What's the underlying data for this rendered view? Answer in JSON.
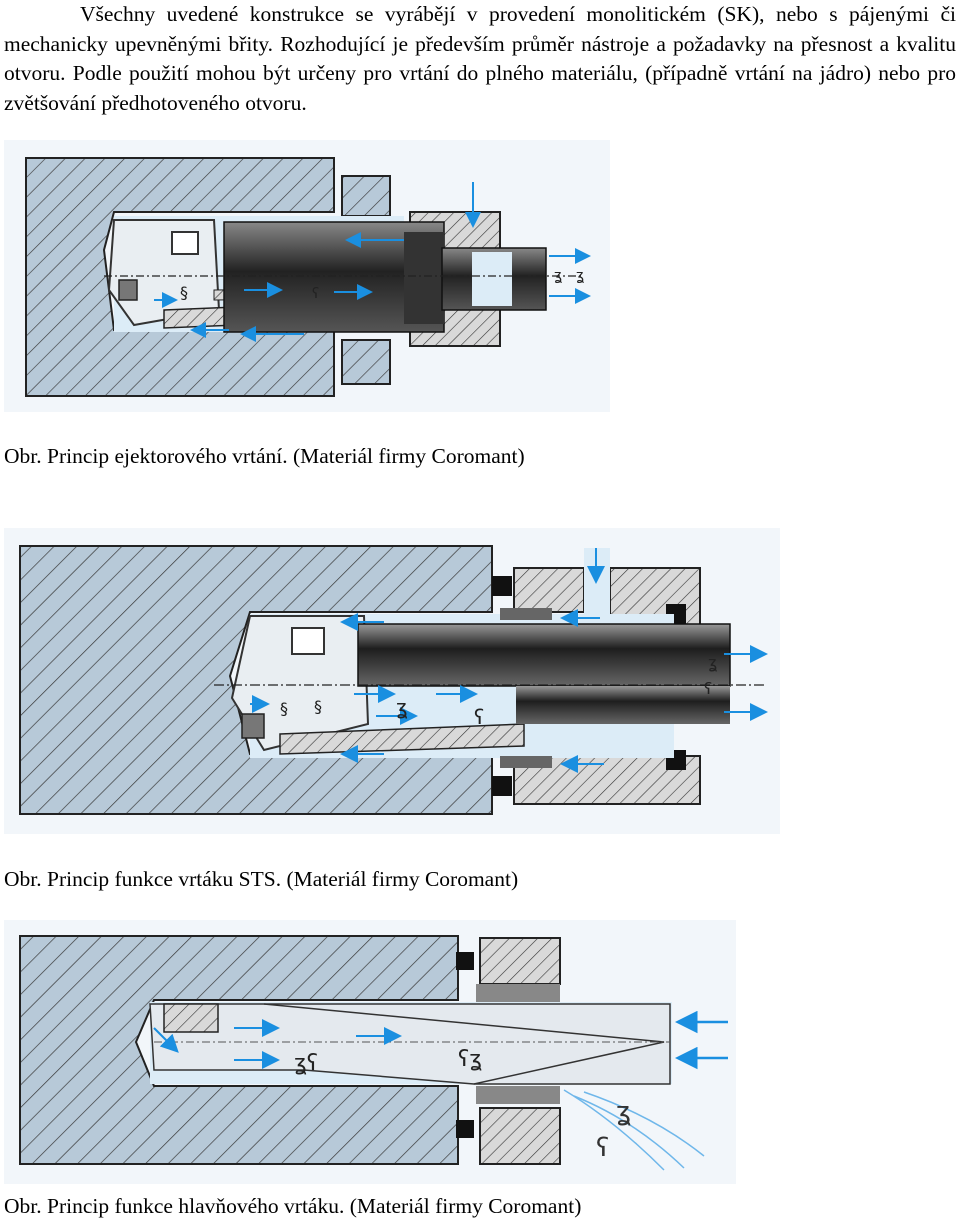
{
  "paragraph": {
    "text": "Všechny uvedené konstrukce se vyrábějí v provedení monolitickém (SK), nebo s pájenými či mechanicky upevněnými břity. Rozhodující je především průměr nástroje a požadavky na přesnost a kvalitu otvoru. Podle použití mohou být určeny pro vrtání do plného materiálu, (případně vrtání na jádro) nebo pro zvětšování předhotoveného otvoru."
  },
  "figures": [
    {
      "caption": "Obr. Princip ejektorového vrtání. (Materiál firmy Coromant)"
    },
    {
      "caption": "Obr. Princip funkce vrtáku STS. (Materiál firmy Coromant)"
    },
    {
      "caption": "Obr. Princip funkce hlavňového vrtáku. (Materiál firmy Coromant)"
    }
  ],
  "colors": {
    "workpiece": "#b7c9d8",
    "coolant": "#dcecf7",
    "arrow": "#1a8fe0",
    "tool_dark": "#2b2b2b",
    "hatch": "#3a3a3a"
  }
}
